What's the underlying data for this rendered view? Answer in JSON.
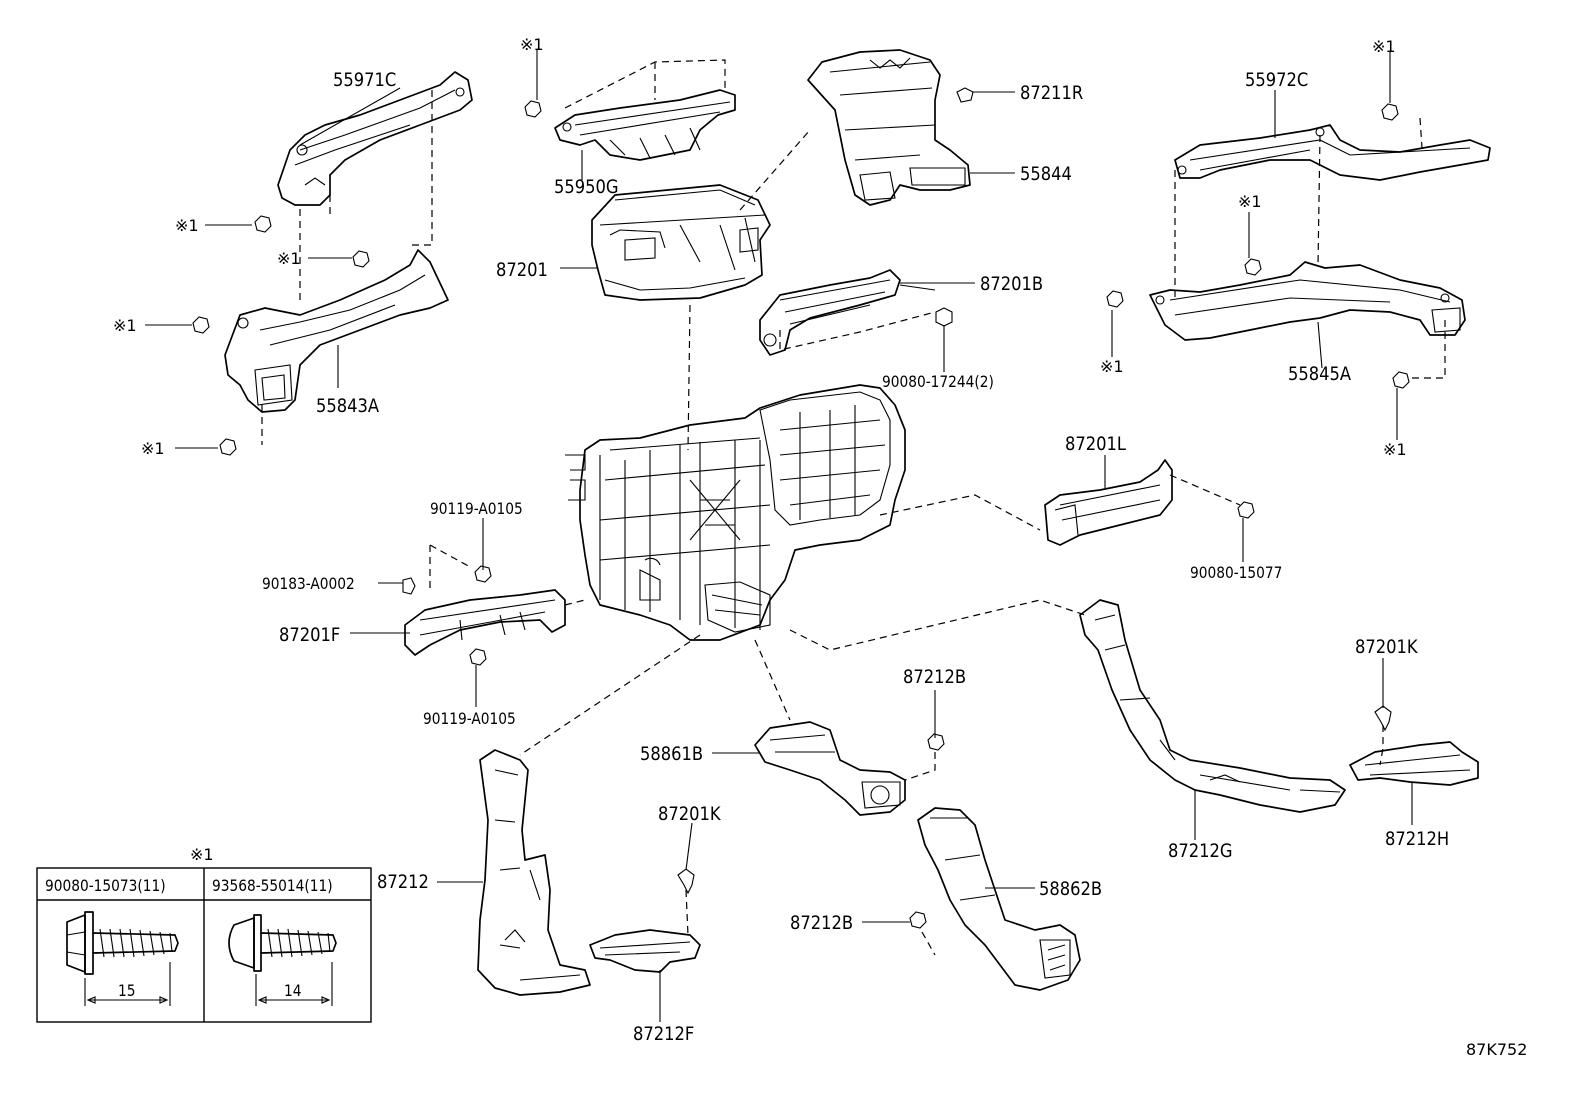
{
  "diagram_code": "87K752",
  "ref_mark": "※1",
  "parts": {
    "p55971C": "55971C",
    "p55843A": "55843A",
    "p55950G": "55950G",
    "p87201": "87201",
    "p87211R": "87211R",
    "p55844": "55844",
    "p87201B": "87201B",
    "p90080_17244": "90080-17244(2)",
    "p55972C": "55972C",
    "p55845A": "55845A",
    "p87201L": "87201L",
    "p90080_15077": "90080-15077",
    "p90119_A0105_top": "90119-A0105",
    "p90183_A0002": "90183-A0002",
    "p87201F": "87201F",
    "p90119_A0105_bot": "90119-A0105",
    "p87212B_top": "87212B",
    "p58861B": "58861B",
    "p87201K_right": "87201K",
    "p87212G": "87212G",
    "p87212H": "87212H",
    "p87212": "87212",
    "p87201K_mid": "87201K",
    "p87212F": "87212F",
    "p58862B": "58862B",
    "p87212B_bot": "87212B"
  },
  "fastener_table": {
    "col1_header": "90080-15073(11)",
    "col2_header": "93568-55014(11)",
    "col1_length": "15",
    "col2_length": "14"
  }
}
